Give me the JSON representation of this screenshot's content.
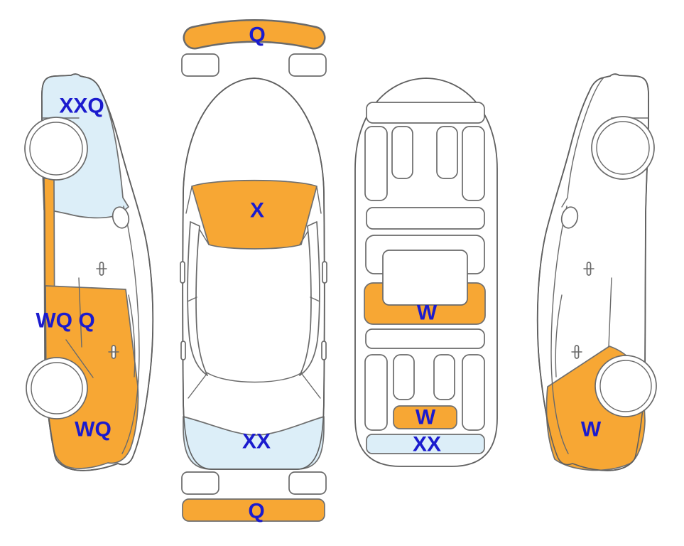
{
  "diagram": {
    "type": "vehicle-inspection-damage-diagram",
    "colors": {
      "damage_fill": "#F7A734",
      "wave_fill": "#DCEEF8",
      "label_color": "#1B1BCE",
      "outline_color": "#5F5F5F",
      "body_fill": "#FFFFFF"
    },
    "views": {
      "side_left": {
        "title": "left-side-view",
        "labels": {
          "front_fender": "XXQ",
          "doors": "WQ Q",
          "rear_quarter": "WQ"
        }
      },
      "top": {
        "title": "top-view",
        "labels": {
          "front_bumper": "Q",
          "windshield": "X",
          "rear_glass": "XX",
          "rear_bumper": "Q"
        }
      },
      "interior": {
        "title": "interior-view",
        "labels": {
          "rear_seat": "W",
          "cargo_floor": "W",
          "rear_sill": "XX"
        }
      },
      "side_right": {
        "title": "right-side-view",
        "labels": {
          "rear_quarter": "W"
        }
      }
    }
  }
}
